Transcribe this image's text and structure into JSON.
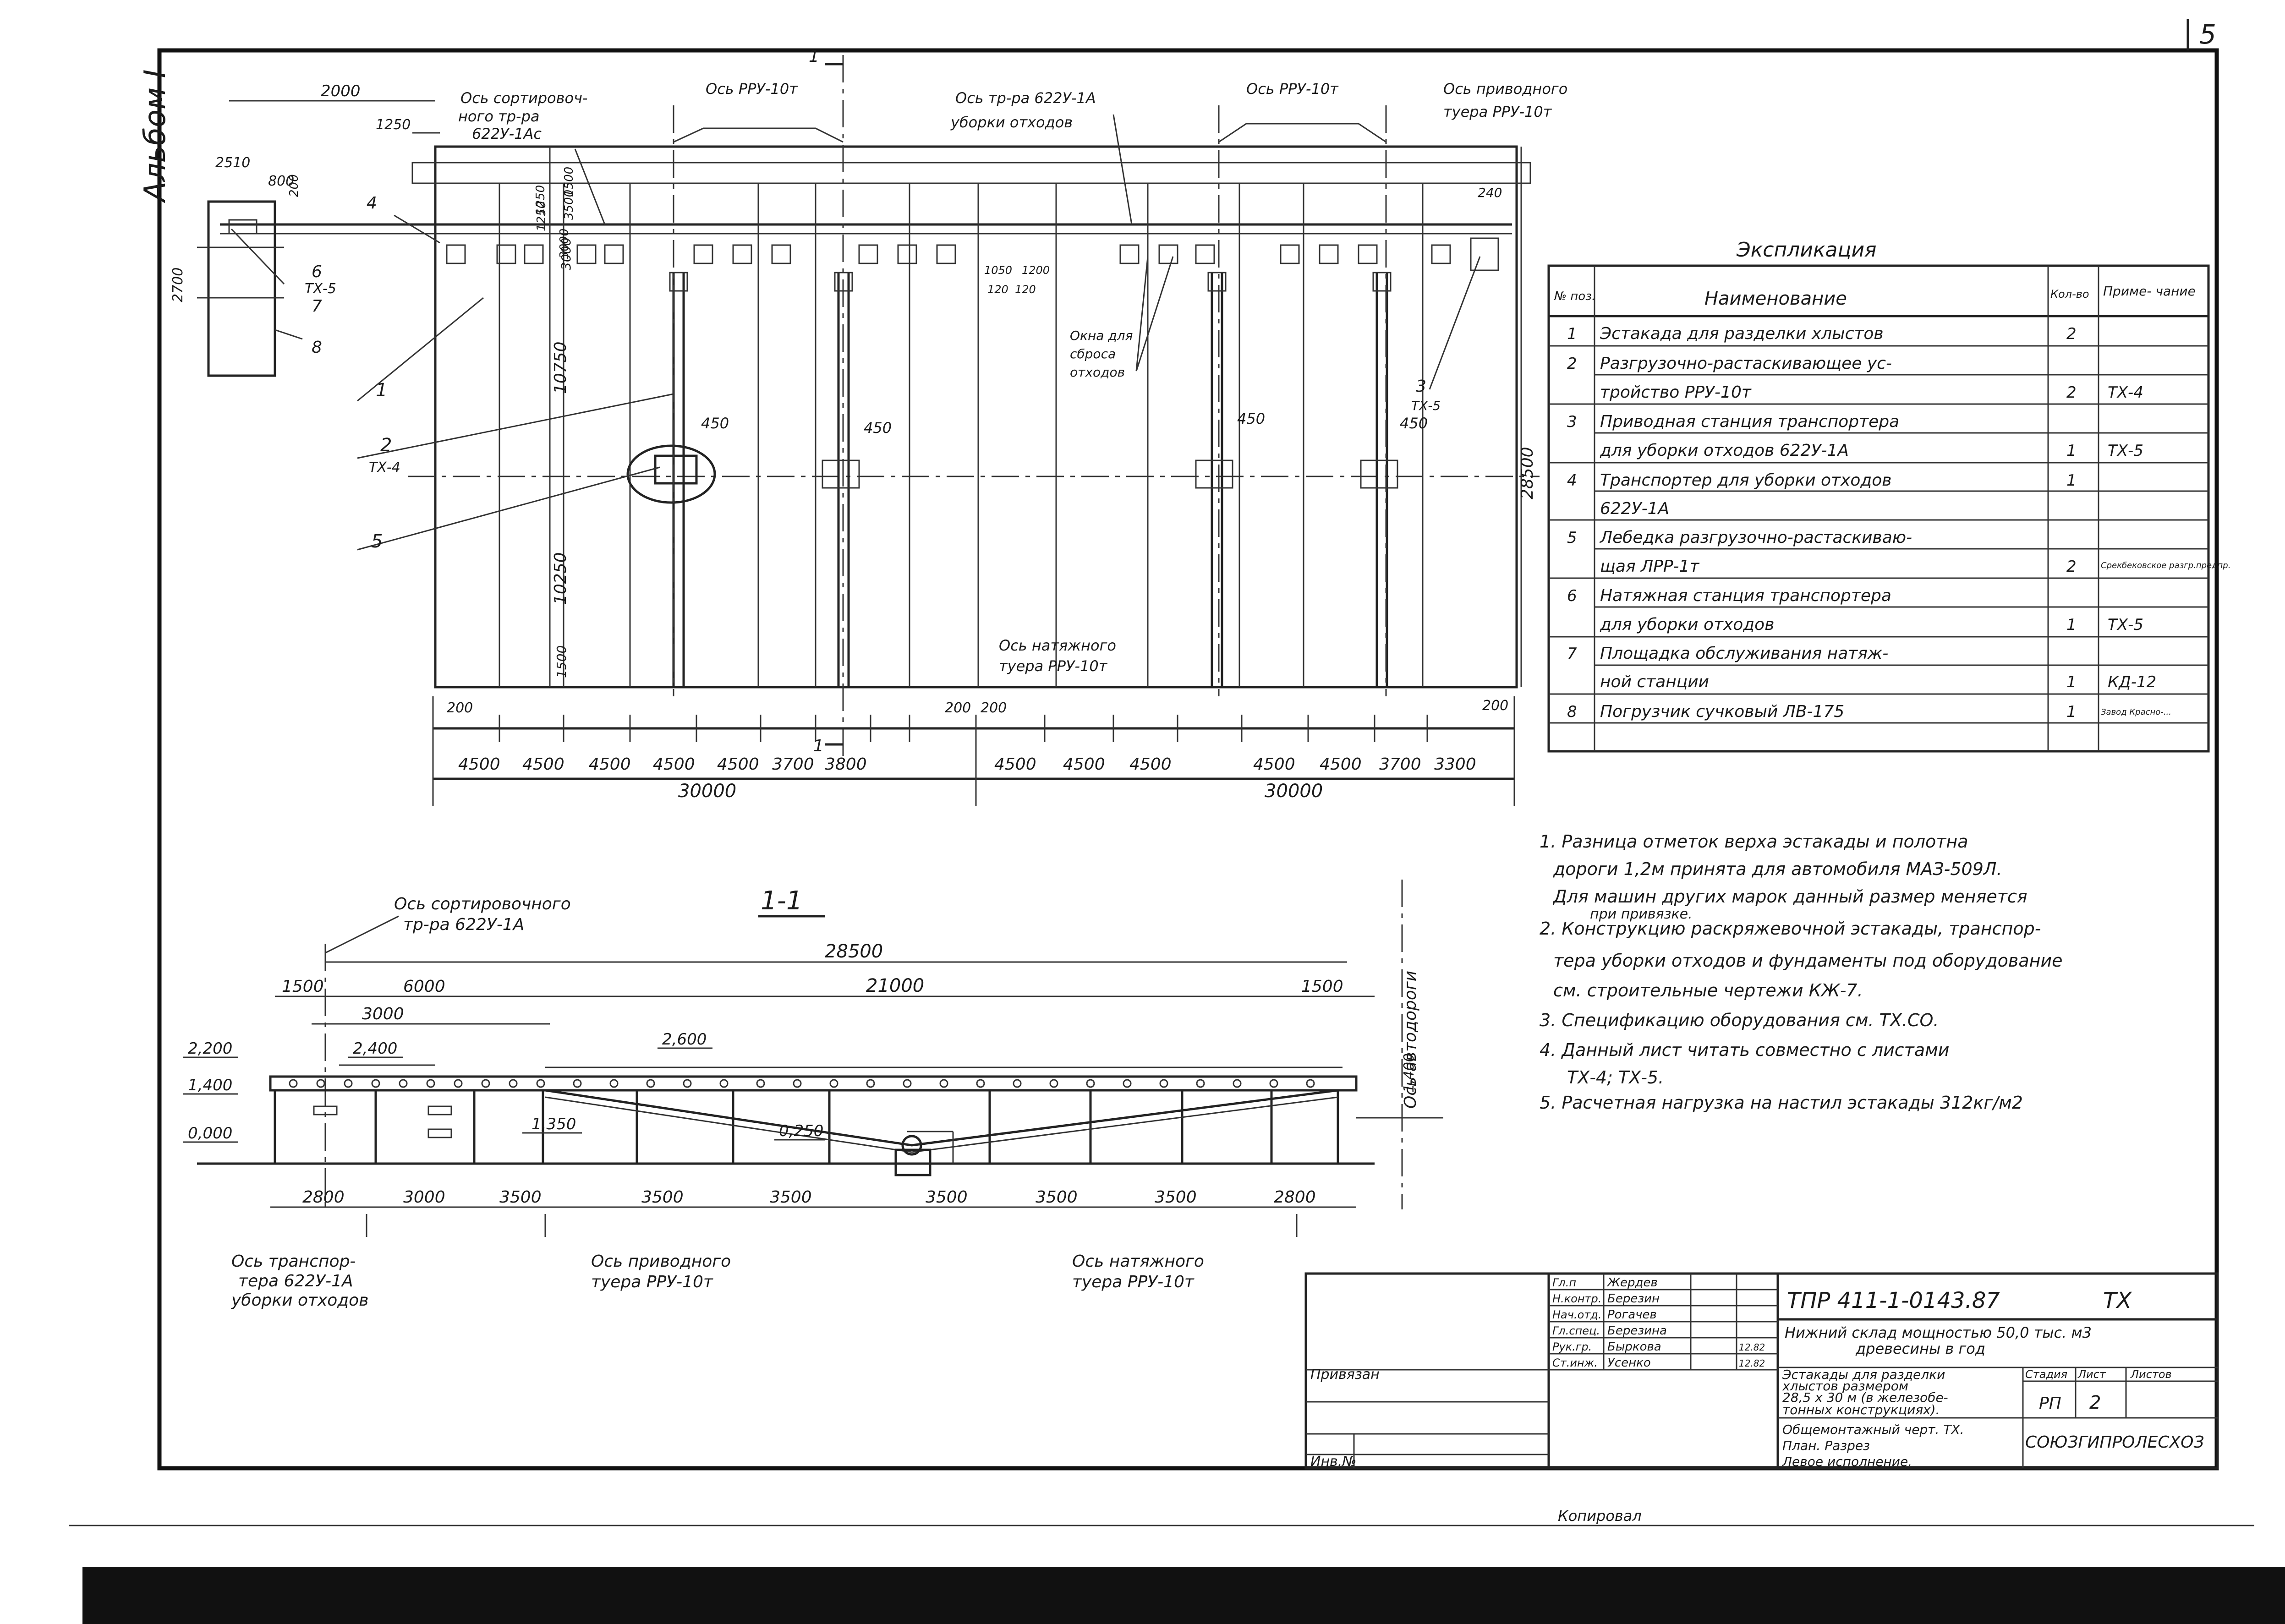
{
  "sheet": {
    "page_number": "5",
    "album_label": "Альбом I"
  },
  "plan": {
    "dims_top": [
      "2000",
      "1250",
      "2510",
      "800",
      "200",
      "2700",
      "1250",
      "1500",
      "3000",
      "3500",
      "240"
    ],
    "callouts": {
      "sort_axis": [
        "Ось сортировоч-",
        "ного тр-ра",
        "622У-1Ас"
      ],
      "rru_axis_1": "Ось РРУ-10т",
      "tr_axis": [
        "Ось тр-ра 622У-1А",
        "уборки отходов"
      ],
      "rru_axis_2": "Ось РРУ-10т",
      "drive_axis": [
        "Ось приводного",
        "тyера РРУ-10т"
      ],
      "windows": [
        "Окна для",
        "сброса",
        "отходов"
      ],
      "tension_axis": [
        "Ось натяжного",
        "тyера РРУ-10т"
      ]
    },
    "marks": [
      "4",
      "6",
      "ТХ-5",
      "7",
      "8",
      "1",
      "2",
      "ТХ-4",
      "5",
      "3",
      "ТХ-5"
    ],
    "dims_vertical": [
      "1250",
      "3000",
      "10750",
      "10250",
      "1500",
      "28500"
    ],
    "dims_450": [
      "450",
      "450",
      "450",
      "450"
    ],
    "small_dims": [
      "1050",
      "1200",
      "120",
      "120"
    ],
    "bottom_small": [
      "200",
      "200",
      "200",
      "200"
    ],
    "bottom_dims": [
      "4500",
      "4500",
      "4500",
      "4500",
      "4500",
      "3700",
      "3800",
      "4500",
      "4500",
      "4500",
      "4500",
      "4500",
      "3700",
      "3300"
    ],
    "total_dims": [
      "30000",
      "30000"
    ],
    "section_mark": "1"
  },
  "table": {
    "title": "Экспликация",
    "headers": [
      "№ поз.",
      "Наименование",
      "Кол-во",
      "Приме- чание"
    ],
    "rows": [
      {
        "pos": "1",
        "name": [
          "Эстакада для разделки хлыстов"
        ],
        "qty": "2",
        "note": ""
      },
      {
        "pos": "2",
        "name": [
          "Разгрузочно-растаскивающее ус-",
          "тройство РРУ-10т"
        ],
        "qty": "2",
        "note": "ТХ-4"
      },
      {
        "pos": "3",
        "name": [
          "Приводная станция транспортера",
          "для уборки отходов 622У-1А"
        ],
        "qty": "1",
        "note": "ТХ-5"
      },
      {
        "pos": "4",
        "name": [
          "Транспортер для уборки отходов",
          "622У-1А"
        ],
        "qty": "1",
        "note": ""
      },
      {
        "pos": "5",
        "name": [
          "Лебедка разгрузочно-растаскиваю-",
          "щая ЛРР-1т"
        ],
        "qty": "2",
        "note": "Срекбековское разгр.предпр."
      },
      {
        "pos": "6",
        "name": [
          "Натяжная станция транспортера",
          "для уборки отходов"
        ],
        "qty": "1",
        "note": "ТХ-5"
      },
      {
        "pos": "7",
        "name": [
          "Площадка обслуживания натяж-",
          "ной станции"
        ],
        "qty": "1",
        "note": "КД-12"
      },
      {
        "pos": "8",
        "name": [
          "Погрузчик сучковый ЛВ-175"
        ],
        "qty": "1",
        "note": "Завод Красно-..."
      }
    ]
  },
  "section": {
    "title": "1-1",
    "sort_axis": [
      "Ось сортировочного",
      "тр-ра 622У-1А"
    ],
    "road_axis": "Ось автодороги",
    "dims_top": [
      "28500",
      "1500",
      "6000",
      "21000",
      "1500",
      "3000"
    ],
    "levels": [
      "2,200",
      "1,400",
      "0,000",
      "2,400",
      "2,600",
      "1,350",
      "0,250",
      "1,400"
    ],
    "dims_bottom": [
      "2800",
      "3000",
      "3500",
      "3500",
      "3500",
      "3500",
      "3500",
      "3500",
      "2800"
    ],
    "axis_notes": {
      "conveyor": [
        "Ось транспор-",
        "тера 622У-1А",
        "уборки отходов"
      ],
      "drive": [
        "Ось приводного",
        "тyера РРУ-10т"
      ],
      "tension": [
        "Ось натяжного",
        "тyера РРУ-10т"
      ]
    }
  },
  "notes": [
    [
      "1. Разница отметок верха эстакады и полотна",
      "дороги 1,2м принята для автомобиля МАЗ-509Л.",
      "Для машин других марок данный размер меняется",
      "при привязке."
    ],
    [
      "2. Конструкцию раскряжевочной эстакады, транспор-",
      "тера уборки отходов и фундаменты под оборудование",
      "см. строительные чертежи КЖ-7."
    ],
    [
      "3. Спецификацию оборудования см. ТХ.СО."
    ],
    [
      "4. Данный лист читать совместно с листами",
      "ТХ-4; ТХ-5."
    ],
    [
      "5. Расчетная нагрузка на настил эстакады 312кг/м2"
    ]
  ],
  "title_block": {
    "code": "ТПР 411-1-0143.87",
    "stage_code": "ТХ",
    "roles": [
      "Гл.п",
      "Н.контр.",
      "Нач.отд.",
      "Гл.спец.",
      "Рук.гр.",
      "Ст.инж."
    ],
    "names": [
      "Жердев",
      "Березин",
      "Рогачев",
      "Березина",
      "Быркова",
      "Усенко"
    ],
    "dates": [
      "12.82",
      "12.82"
    ],
    "project": [
      "Нижний склад мощностью 50,0 тыс. м3",
      "древесины в год"
    ],
    "sheet_title": [
      "Эстакады для разделки",
      "хлыстов размером",
      "28,5 х 30 м (в железобе-",
      "тонных конструкциях).",
      "Общемонтажный черт. ТХ.",
      "План. Разрез",
      "Левое исполнение."
    ],
    "col_stage": "Стадия",
    "col_sheet": "Лист",
    "col_sheets": "Листов",
    "stage": "РП",
    "sheet_no": "2",
    "org": "СОЮЗГИПРОЛЕСХОЗ",
    "privyazan": "Привязан",
    "inv": "Инв.№",
    "copied": "Копировал"
  }
}
